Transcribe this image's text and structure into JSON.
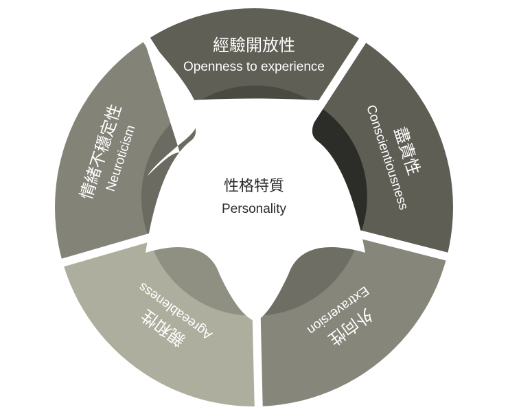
{
  "center": {
    "title_zh": "性格特質",
    "title_en": "Personality"
  },
  "traits": [
    {
      "zh": "經驗開放性",
      "en": "Openness to experience",
      "color": "#5f5f55",
      "inner": "#4a4a42"
    },
    {
      "zh": "盡責性",
      "en": "Conscientiousness",
      "color": "#5e5e54",
      "inner": "#2c2c28"
    },
    {
      "zh": "外向性",
      "en": "Extraversion",
      "color": "#86867b",
      "inner": "#6e6e64"
    },
    {
      "zh": "親和性",
      "en": "Agreeableness",
      "color": "#aeae9f",
      "inner": "#8f8f82"
    },
    {
      "zh": "情緒不穩定性",
      "en": "Neuroticism",
      "color": "#838378",
      "inner": "#6b6b61"
    }
  ]
}
